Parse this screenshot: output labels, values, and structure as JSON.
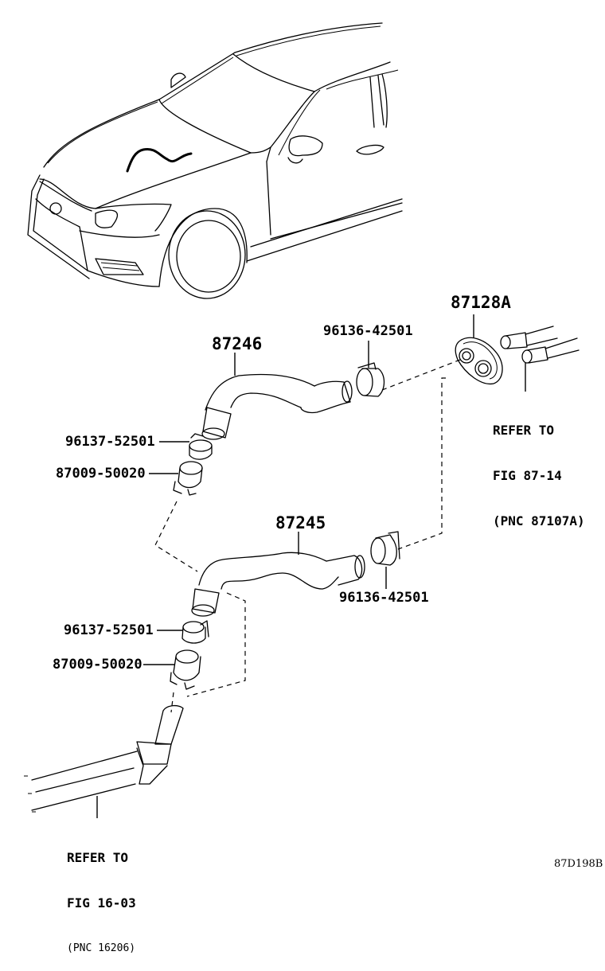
{
  "diagram": {
    "title": "Heater water hose parts diagram",
    "figure_code": "87D198B",
    "parts": [
      {
        "id": "p87128A",
        "number": "87128A",
        "description": "grommet plate"
      },
      {
        "id": "p96136a",
        "number": "96136-42501",
        "description": "hose clamp (upper)"
      },
      {
        "id": "p87246",
        "number": "87246",
        "description": "upper water hose"
      },
      {
        "id": "p96137a",
        "number": "96137-52501",
        "description": "hose clamp (upper)"
      },
      {
        "id": "p87009a",
        "number": "87009-50020",
        "description": "quick connector (upper)"
      },
      {
        "id": "p87245",
        "number": "87245",
        "description": "lower water hose"
      },
      {
        "id": "p96136b",
        "number": "96136-42501",
        "description": "hose clamp (lower)"
      },
      {
        "id": "p96137b",
        "number": "96137-52501",
        "description": "hose clamp (lower)"
      },
      {
        "id": "p87009b",
        "number": "87009-50020",
        "description": "quick connector (lower)"
      }
    ],
    "references": [
      {
        "line1": "REFER TO",
        "line2": "FIG 87-14",
        "line3": "(PNC 87107A)"
      },
      {
        "line1": "REFER TO",
        "line2": "FIG 16-03",
        "line3": "(PNC 16206)"
      }
    ]
  }
}
